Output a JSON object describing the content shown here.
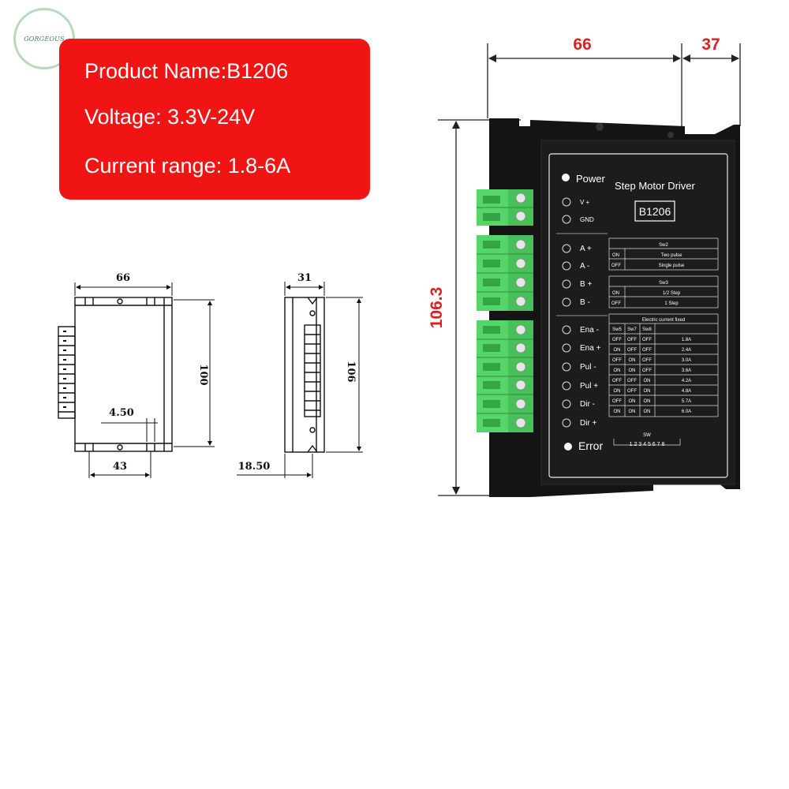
{
  "logo": {
    "text": "GORGEOUS"
  },
  "info": {
    "product_name": "Product Name:B1206",
    "voltage": "Voltage: 3.3V-24V",
    "current_range": "Current range: 1.8-6A"
  },
  "dims_red": {
    "width": "66",
    "depth": "37",
    "height": "106.3"
  },
  "dims_drawing": {
    "front_width": "66",
    "front_height": "100",
    "hole_offset": "4.50",
    "hole_spacing": "43",
    "side_width": "31",
    "side_height": "106",
    "side_offset": "18.50"
  },
  "device": {
    "power": "Power",
    "title": "Step Motor Driver",
    "model": "B1206",
    "error": "Error",
    "sw_label": "SW",
    "sw_numbers": "1 2 3 4 5 6 7 8",
    "terminals": [
      "V +",
      "GND",
      "A +",
      "A -",
      "B +",
      "B -",
      "Ena -",
      "Ena +",
      "Pul -",
      "Pul +",
      "Dir -",
      "Dir +"
    ],
    "table_sw2": {
      "header": "Sw2",
      "rows": [
        [
          "ON",
          "Two pulse"
        ],
        [
          "OFF",
          "Single pulse"
        ]
      ]
    },
    "table_sw3": {
      "header": "Sw3",
      "rows": [
        [
          "ON",
          "1/2 Step"
        ],
        [
          "OFF",
          "1 Step"
        ]
      ]
    },
    "table_current": {
      "header": "Electric current fixed",
      "cols": [
        "Sw5",
        "Sw7",
        "Sw8"
      ],
      "rows": [
        [
          "OFF",
          "OFF",
          "OFF",
          "1.8A"
        ],
        [
          "ON",
          "OFF",
          "OFF",
          "2.4A"
        ],
        [
          "OFF",
          "ON",
          "OFF",
          "3.0A"
        ],
        [
          "ON",
          "ON",
          "OFF",
          "3.6A"
        ],
        [
          "OFF",
          "OFF",
          "ON",
          "4.2A"
        ],
        [
          "ON",
          "OFF",
          "ON",
          "4.8A"
        ],
        [
          "OFF",
          "ON",
          "ON",
          "5.7A"
        ],
        [
          "ON",
          "ON",
          "ON",
          "6.0A"
        ]
      ]
    }
  }
}
